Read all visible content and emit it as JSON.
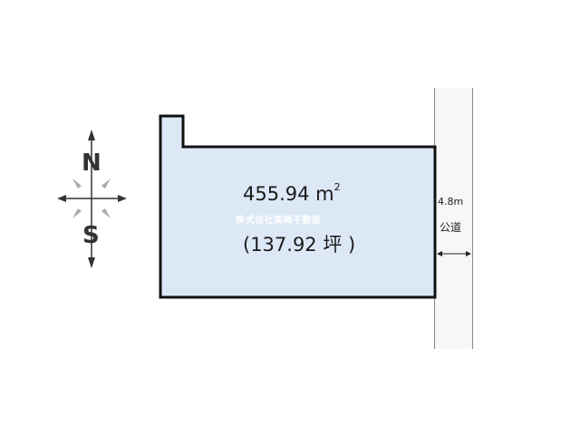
{
  "lot": {
    "area_sqm_number": "455.94",
    "area_sqm_unit": "m",
    "area_sqm_superscript": "2",
    "area_tsubo": "(137.92 坪 )",
    "watermark": "株式会社高崎不動産",
    "fill_color": "#dde8f6",
    "outline_color": "#111111"
  },
  "road": {
    "width_label": "4.8m",
    "name": "公道",
    "fill_color": "#f7f7f7",
    "line_color": "#888888"
  },
  "compass": {
    "north": "N",
    "south": "S"
  }
}
